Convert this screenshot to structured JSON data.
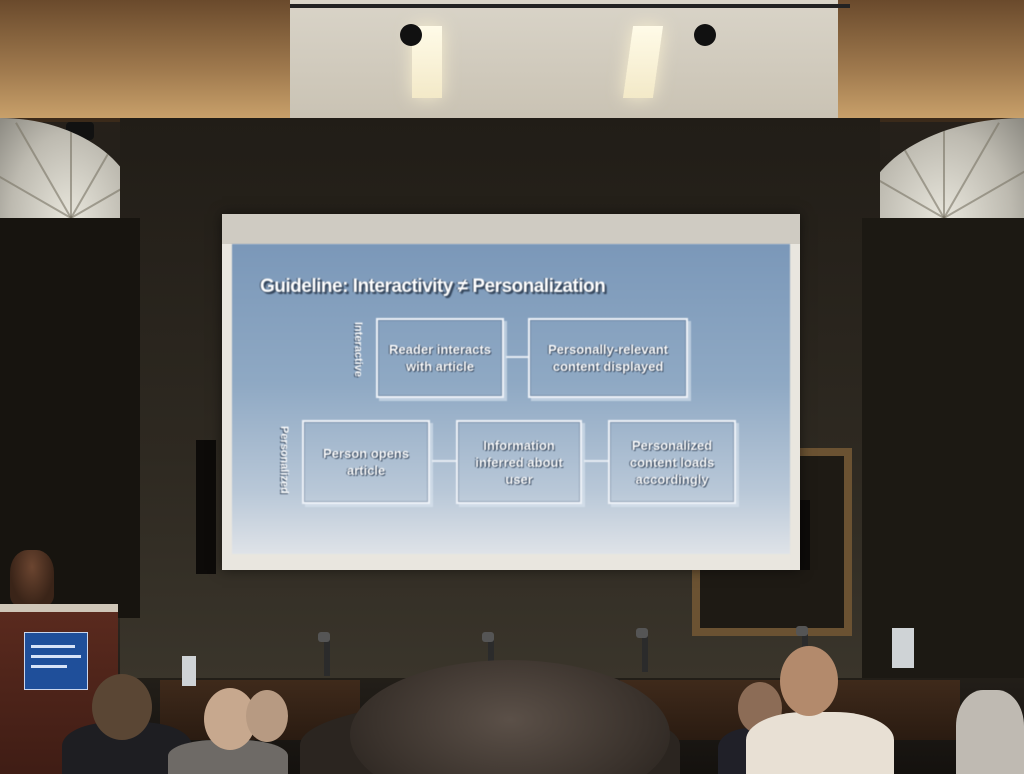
{
  "slide": {
    "title": "Guideline: Interactivity ≠ Personalization",
    "rows": [
      {
        "label": "Interactive",
        "boxes": [
          "Reader interacts with article",
          "Personally-relevant content displayed"
        ]
      },
      {
        "label": "Personalized",
        "boxes": [
          "Person opens article",
          "Information inferred about user",
          "Personalized content loads accordingly"
        ]
      }
    ]
  },
  "colors": {
    "slide_top": "#7b98b9",
    "slide_bottom": "#dfe3e8",
    "slide_text": "#ffffff",
    "podium_sign": "#1f4f9a",
    "podium_wood": "#5a2a1e"
  },
  "icons": {
    "podium_sign": "podium-logo-icon"
  }
}
